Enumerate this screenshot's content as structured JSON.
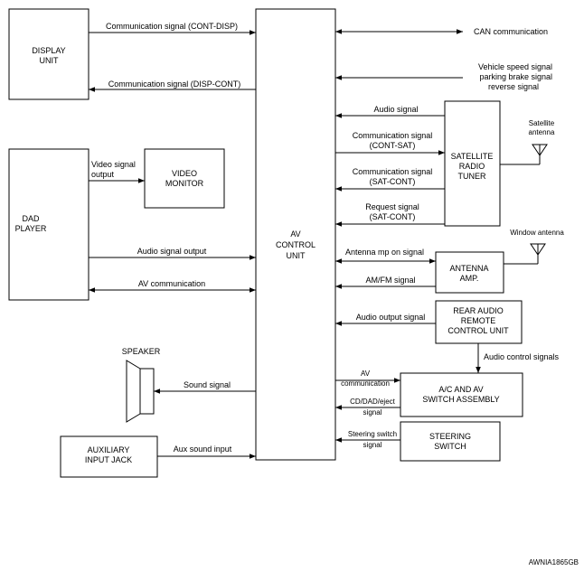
{
  "blocks": {
    "display_unit": [
      "DISPLAY",
      "UNIT"
    ],
    "dad_player": [
      "DAD",
      "PLAYER"
    ],
    "video_monitor": [
      "VIDEO",
      "MONITOR"
    ],
    "av_control_unit": [
      "AV",
      "CONTROL",
      "UNIT"
    ],
    "satellite_radio_tuner": [
      "SATELLITE",
      "RADIO",
      "TUNER"
    ],
    "antenna_amp": [
      "ANTENNA",
      "AMP."
    ],
    "rear_audio_remote": [
      "REAR AUDIO",
      "REMOTE",
      "CONTROL UNIT"
    ],
    "ac_av_switch": [
      "A/C AND AV",
      "SWITCH ASSEMBLY"
    ],
    "steering_switch": [
      "STEERING",
      "SWITCH"
    ],
    "auxiliary_input_jack": [
      "AUXILIARY",
      "INPUT JACK"
    ],
    "speaker": "SPEAKER",
    "satellite_antenna": [
      "Satellite",
      "antenna"
    ],
    "window_antenna": "Window antenna"
  },
  "signals": {
    "cont_disp": "Communication signal (CONT-DISP)",
    "disp_cont": "Communication signal (DISP-CONT)",
    "video_signal_output": [
      "Video signal",
      "output"
    ],
    "audio_signal_output": "Audio signal output",
    "av_communication": "AV communication",
    "sound_signal": "Sound signal",
    "aux_sound_input": "Aux sound input",
    "can_communication": "CAN communication",
    "vehicle_signals": [
      "Vehicle speed signal",
      "parking brake signal",
      "reverse signal"
    ],
    "audio_signal": "Audio signal",
    "cont_sat": [
      "Communication signal",
      "(CONT-SAT)"
    ],
    "sat_cont": [
      "Communication signal",
      "(SAT-CONT)"
    ],
    "request_signal": [
      "Request signal",
      "(SAT-CONT)"
    ],
    "antenna_amp_on": "Antenna mp on signal",
    "am_fm_signal": "AM/FM signal",
    "audio_output_signal": "Audio output signal",
    "audio_control_signals": "Audio control signals",
    "av_comm_short": [
      "AV",
      "communication"
    ],
    "cd_dad_eject": [
      "CD/DAD/eject",
      "signal"
    ],
    "steering_switch_signal": [
      "Steering switch",
      "signal"
    ]
  },
  "figure_code": "AWNIA1865GB"
}
